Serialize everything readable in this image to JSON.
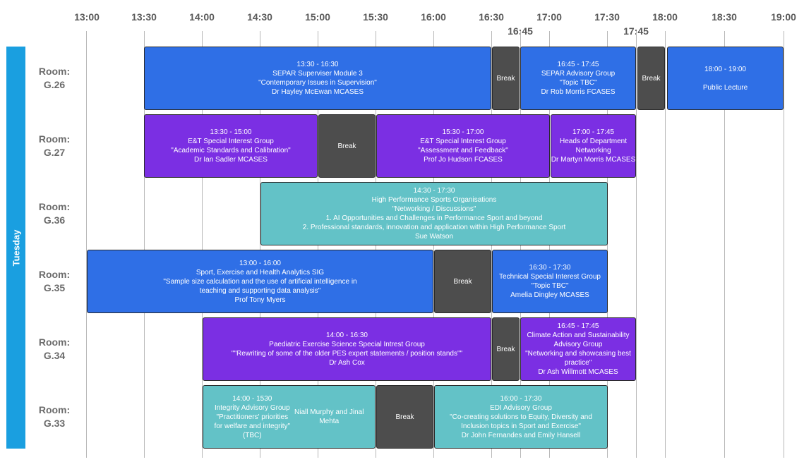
{
  "day": "Tuesday",
  "times": [
    "13:00",
    "13:30",
    "14:00",
    "14:30",
    "15:00",
    "15:30",
    "16:00",
    "16:30",
    "17:00",
    "17:30",
    "18:00",
    "18:30",
    "19:00"
  ],
  "sub_times": [
    "16:45",
    "17:45"
  ],
  "rooms": [
    {
      "room_word": "Room:",
      "room_name": "G.26"
    },
    {
      "room_word": "Room:",
      "room_name": "G.27"
    },
    {
      "room_word": "Room:",
      "room_name": "G.36"
    },
    {
      "room_word": "Room:",
      "room_name": "G.35"
    },
    {
      "room_word": "Room:",
      "room_name": "G.34"
    },
    {
      "room_word": "Room:",
      "room_name": "G.33"
    }
  ],
  "sessions": {
    "g26_separ": {
      "time": "13:30 - 16:30",
      "line1": "SEPAR Superviser Module 3",
      "line2": "\"Contemporary Issues in Supervision\"",
      "line3": "Dr Hayley McEwan MCASES"
    },
    "g26_break1": {
      "label": "Break"
    },
    "g26_advisory": {
      "time": "16:45 - 17:45",
      "line1": "SEPAR Advisory Group",
      "line2": "\"Topic TBC\"",
      "line3": "Dr Rob Morris FCASES"
    },
    "g26_break2": {
      "label": "Break"
    },
    "g26_lecture": {
      "time": "18:00 - 19:00",
      "line1": "Public Lecture"
    },
    "g27_et1": {
      "time": "13:30 - 15:00",
      "line1": "E&T Special Interest Group",
      "line2": "\"Academic Standards and Calibration\"",
      "line3": "Dr Ian Sadler MCASES"
    },
    "g27_break": {
      "label": "Break"
    },
    "g27_et2": {
      "time": "15:30 - 17:00",
      "line1": "E&T Special Interest Group",
      "line2": "\"Assessment and Feedback\"",
      "line3": "Prof Jo Hudson FCASES"
    },
    "g27_heads": {
      "time": "17:00 - 17:45",
      "line1": "Heads of Department",
      "line2": "Networking",
      "line3": "Dr Martyn Morris MCASES"
    },
    "g36_hps": {
      "time": "14:30 - 17:30",
      "line1": "High Performance Sports Organisations",
      "line2": "\"Networking / Discussions\"",
      "line3": "1. AI Opportunities and Challenges in Performance Sport and beyond",
      "line4": "2. Professional standards, innovation and application within High Performance Sport",
      "line5": "Sue Watson"
    },
    "g35_analytics": {
      "time": "13:00 - 16:00",
      "line1": "Sport, Exercise and Health Analytics SIG",
      "line2": "\"Sample size calculation and the use of artificial intelligence in",
      "line3": "teaching and supporting data analysis\"",
      "line4": "Prof Tony Myers"
    },
    "g35_break": {
      "label": "Break"
    },
    "g35_technical": {
      "time": "16:30 - 17:30",
      "line1": "Technical Special Interest Group",
      "line2": "\"Topic TBC\"",
      "line3": "Amelia Dingley MCASES"
    },
    "g34_paediatric": {
      "time": "14:00 - 16:30",
      "line1": "Paediatric Exercise Science Special Intrest Group",
      "line2": "\"\"Rewriting of some of the older PES expert statements / position stands\"\"",
      "line3": "Dr Ash Cox"
    },
    "g34_break": {
      "label": "Break"
    },
    "g34_climate": {
      "time": "16:45 - 17:45",
      "line1": "Climate Action and Sustainability",
      "line2": "Advisory Group",
      "line3": "\"Networking and showcasing best",
      "line4": "practice\"",
      "line5": "Dr Ash Willmott MCASES"
    },
    "g33_integrity": {
      "time": "14:00 - 1530",
      "line1": "Integrity Advisory Group",
      "line2": "\"Practitioners' priorities",
      "line3": "for welfare and integrity\"",
      "line4": "(TBC)",
      "right1": "Niall Murphy and Jinal",
      "right2": "Mehta"
    },
    "g33_break": {
      "label": "Break"
    },
    "g33_edi": {
      "time": "16:00 - 17:30",
      "line1": "EDI Advisory Group",
      "line2": "\"Co-creating solutions to Equity, Diversity and",
      "line3": "Inclusion topics in Sport and Exercise\"",
      "line4": "Dr John Fernandes and Emily Hansell"
    }
  },
  "colors": {
    "blue": "#2f6fe6",
    "purple": "#7b2fe3",
    "teal": "#63c2c7",
    "break": "#4d4d4d",
    "day_bar": "#1a9fe0"
  }
}
